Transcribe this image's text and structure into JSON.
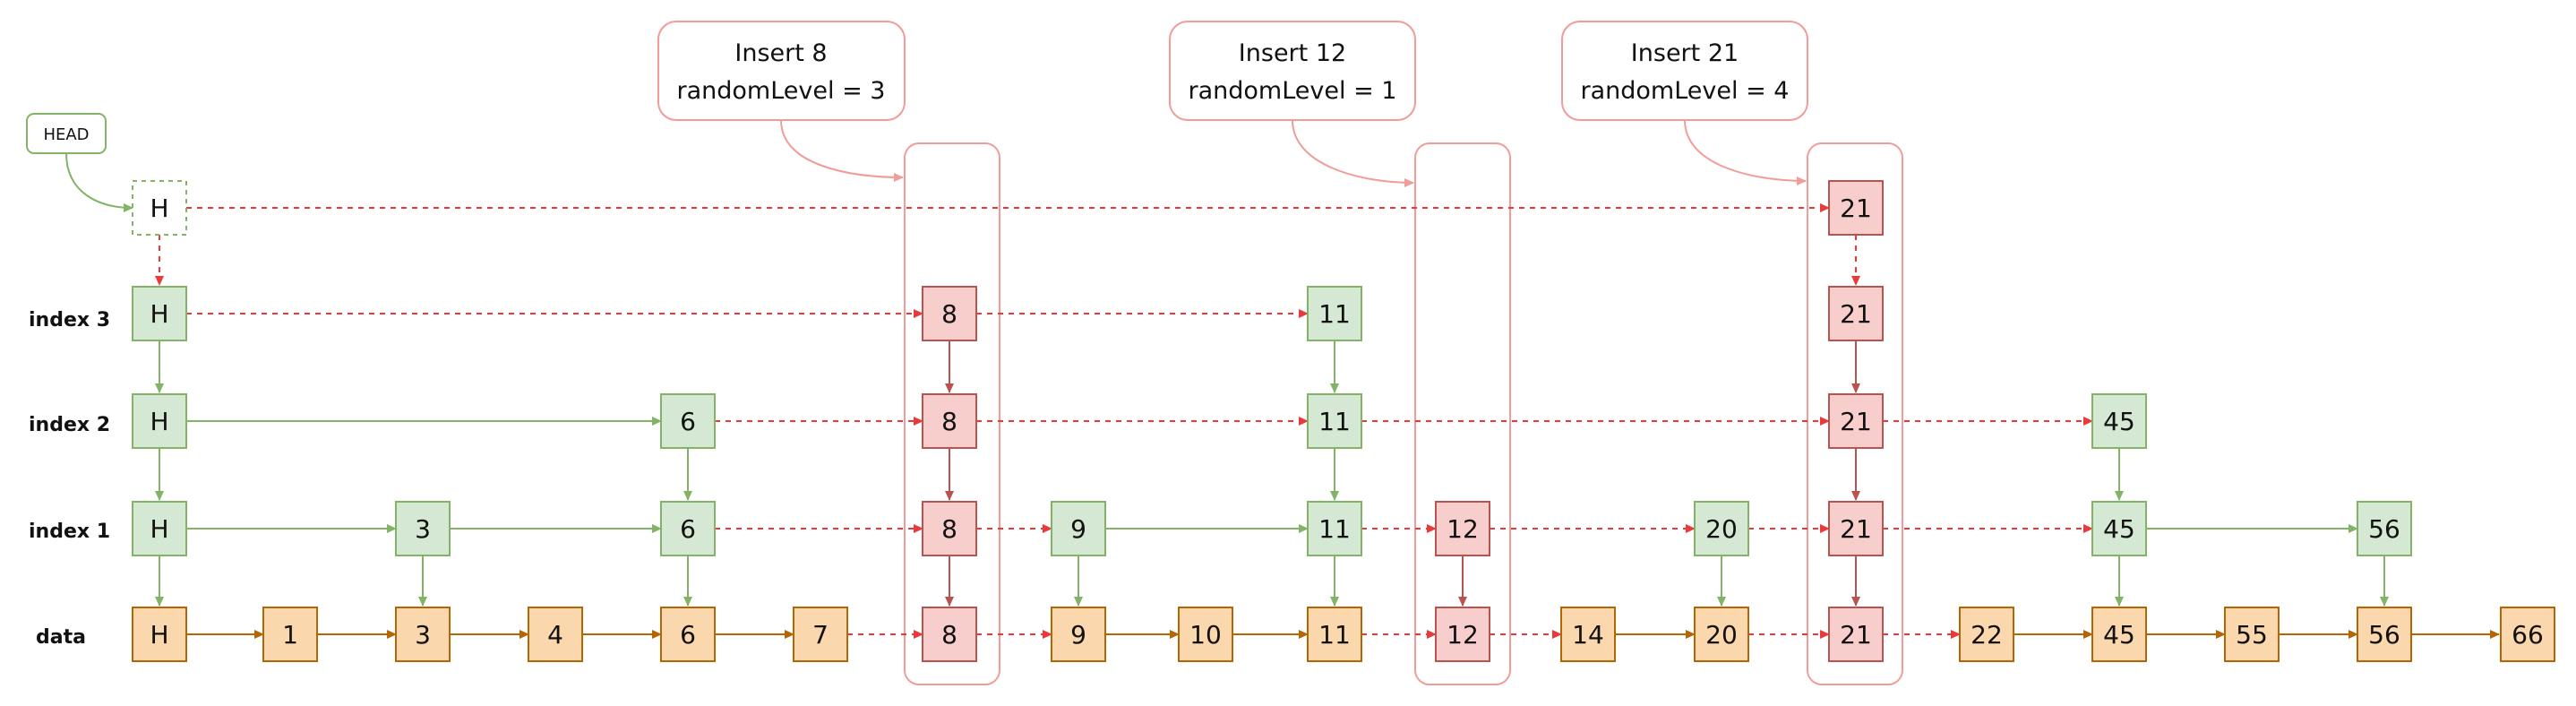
{
  "head_label": "HEAD",
  "row_labels": [
    "index 3",
    "index 2",
    "index 1",
    "data"
  ],
  "notes": [
    {
      "title": "Insert 8",
      "subtitle": "randomLevel = 3"
    },
    {
      "title": "Insert 12",
      "subtitle": "randomLevel = 1"
    },
    {
      "title": "Insert 21",
      "subtitle": "randomLevel = 4"
    }
  ],
  "top_row": [
    "H",
    "21"
  ],
  "index3": [
    "H",
    "8",
    "11",
    "21"
  ],
  "index2": [
    "H",
    "6",
    "8",
    "11",
    "21",
    "45"
  ],
  "index1": [
    "H",
    "3",
    "6",
    "8",
    "9",
    "11",
    "12",
    "20",
    "21",
    "45",
    "56"
  ],
  "data": [
    "H",
    "1",
    "3",
    "4",
    "6",
    "7",
    "8",
    "9",
    "10",
    "11",
    "12",
    "14",
    "20",
    "21",
    "22",
    "45",
    "55",
    "56",
    "66"
  ],
  "colors": {
    "green_fill": "#d5e8d4",
    "green_stroke": "#82b366",
    "orange_fill": "#fad7ac",
    "orange_stroke": "#b46504",
    "red_fill": "#f8cecc",
    "red_stroke": "#b85450",
    "red_dashed": "#e83a3a",
    "note_stroke": "#f19c99"
  }
}
